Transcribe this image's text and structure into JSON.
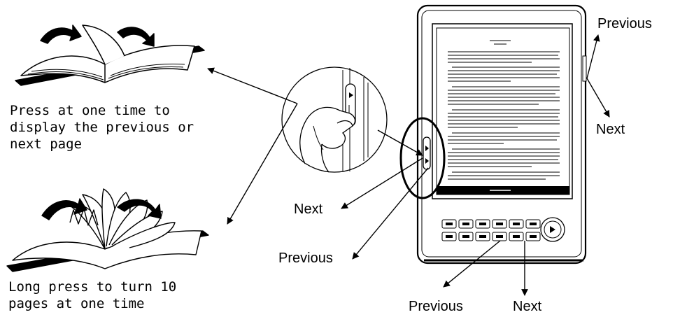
{
  "captions": {
    "single_press": "Press at one time to display the previous or next page",
    "long_press": "Long press to turn 10 pages at one time"
  },
  "labels": {
    "side_previous": "Previous",
    "side_next": "Next",
    "left_next": "Next",
    "left_previous": "Previous",
    "bottom_previous": "Previous",
    "bottom_next": "Next"
  },
  "icons": [
    "page-flip-book-icon",
    "fanned-pages-book-icon",
    "ereader-device-icon",
    "hand-pressing-button-icon"
  ]
}
